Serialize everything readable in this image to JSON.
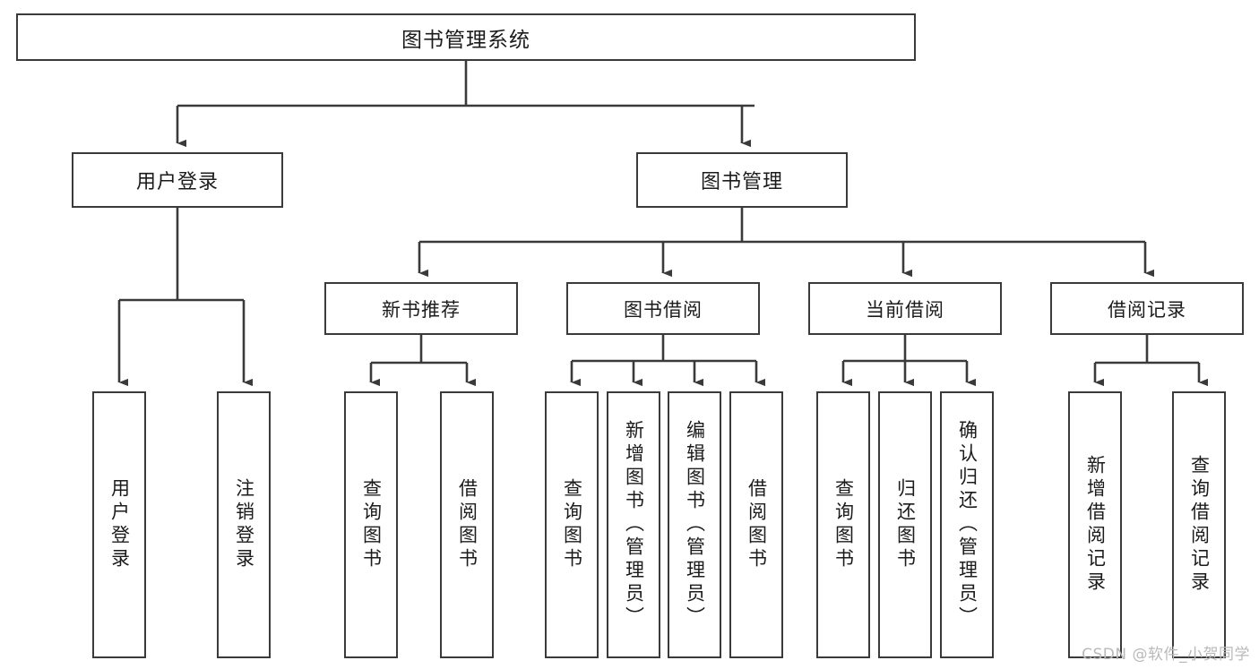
{
  "diagram": {
    "title": "图书管理系统",
    "watermark": "CSDN @软件_小贺同学",
    "line_color": "#3a3a3a",
    "box_fill": "#ffffff",
    "text_color": "#1b1b1b",
    "root": {
      "label": "图书管理系统"
    },
    "level2": [
      {
        "label": "用户登录"
      },
      {
        "label": "图书管理"
      }
    ],
    "level3": [
      {
        "label": "新书推荐"
      },
      {
        "label": "图书借阅"
      },
      {
        "label": "当前借阅"
      },
      {
        "label": "借阅记录"
      }
    ],
    "leaves": {
      "user_login": [
        {
          "label": "用户登录"
        },
        {
          "label": "注销登录"
        }
      ],
      "new_book": [
        {
          "label": "查询图书"
        },
        {
          "label": "借阅图书"
        }
      ],
      "book_borrow": [
        {
          "label": "查询图书"
        },
        {
          "label": "新增图书（管理员）"
        },
        {
          "label": "编辑图书（管理员）"
        },
        {
          "label": "借阅图书"
        }
      ],
      "current_borrow": [
        {
          "label": "查询图书"
        },
        {
          "label": "归还图书"
        },
        {
          "label": "确认归还（管理员）"
        }
      ],
      "borrow_record": [
        {
          "label": "新增借阅记录"
        },
        {
          "label": "查询借阅记录"
        }
      ]
    }
  }
}
